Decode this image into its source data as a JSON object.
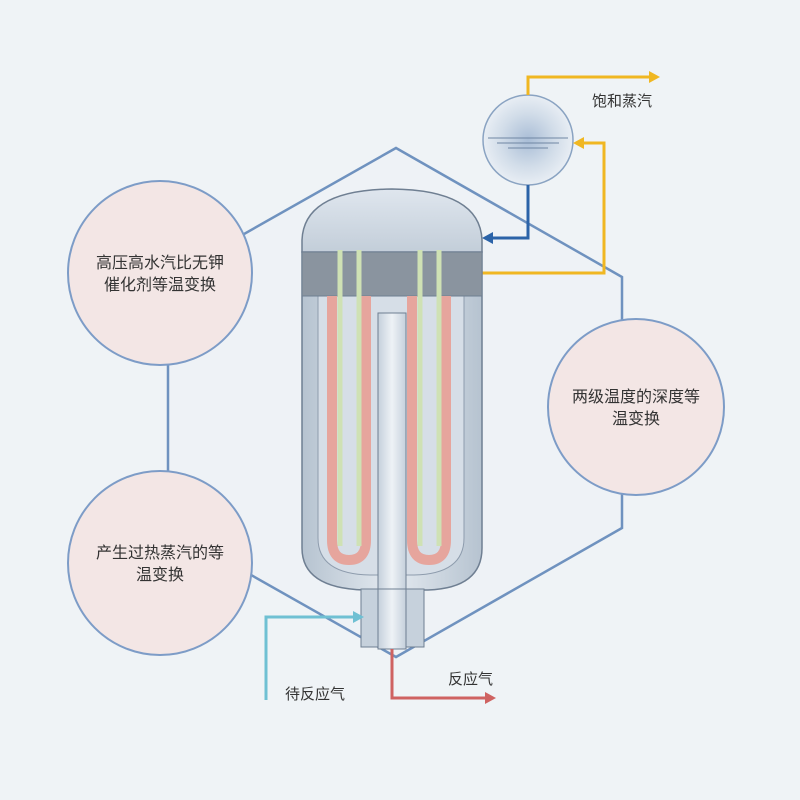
{
  "bubbles": [
    {
      "line1": "高压高水汽比无钾",
      "line2": "催化剂等温变换"
    },
    {
      "line1": "两级温度的深度等",
      "line2": "温变换"
    },
    {
      "line1": "产生过热蒸汽的等",
      "line2": "温变换"
    }
  ],
  "labels": {
    "saturated_steam": "饱和蒸汽",
    "feed_gas": "待反应气",
    "reacted_gas": "反应气"
  },
  "colors": {
    "background": "#eff3f6",
    "hex_stroke": "#6f92bf",
    "bubble_fill": "#f3e6e5",
    "bubble_stroke": "#7d9cc7",
    "steam_line": "#f0b722",
    "water_line": "#2b63a8",
    "feed_line": "#6fc0d3",
    "product_line": "#cf6261",
    "tube_outer": "#e6a59d",
    "tube_inner": "#cfe1b4"
  }
}
